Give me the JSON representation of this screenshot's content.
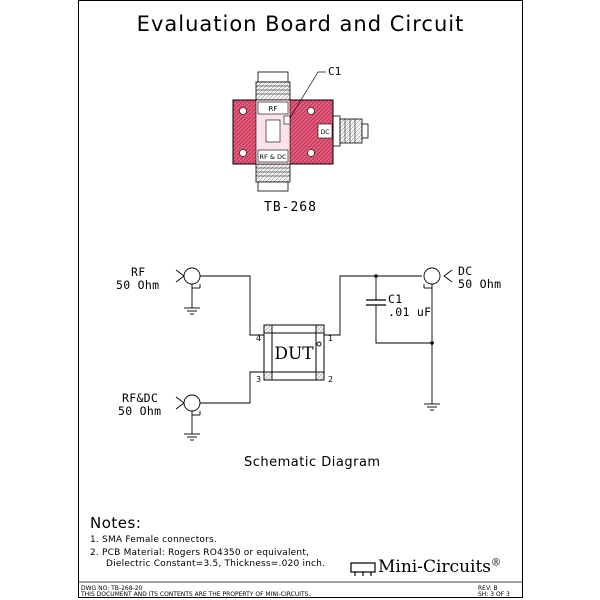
{
  "title": "Evaluation Board and Circuit",
  "board": {
    "name": "TB-268",
    "callout": "C1",
    "port_rf": "RF",
    "port_rfdc": "RF & DC",
    "port_dc": "DC"
  },
  "schematic": {
    "caption": "Schematic Diagram",
    "rf_label": "RF",
    "rf_impedance": "50 Ohm",
    "rfdc_label": "RF&DC",
    "rfdc_impedance": "50 Ohm",
    "dc_label": "DC",
    "dc_impedance": "50 Ohm",
    "cap_name": "C1",
    "cap_value": ".01 uF",
    "dut_label": "DUT",
    "pins": [
      "1",
      "2",
      "3",
      "4"
    ]
  },
  "notes": {
    "heading": "Notes:",
    "items": [
      "1.  SMA Female connectors.",
      "2.  PCB Material: Rogers RO4350 or equivalent,",
      "Dielectric Constant=3.5, Thickness=.020 inch."
    ]
  },
  "logo": {
    "text": "Mini-Circuits",
    "mark": "®"
  },
  "footer": {
    "dwg_no": "DWG NO: TB-268-20",
    "notice": "THIS DOCUMENT AND ITS CONTENTS ARE THE PROPERTY OF MINI-CIRCUITS.",
    "rev": "REV: B",
    "sheet": "SH: 3 OF 3"
  }
}
